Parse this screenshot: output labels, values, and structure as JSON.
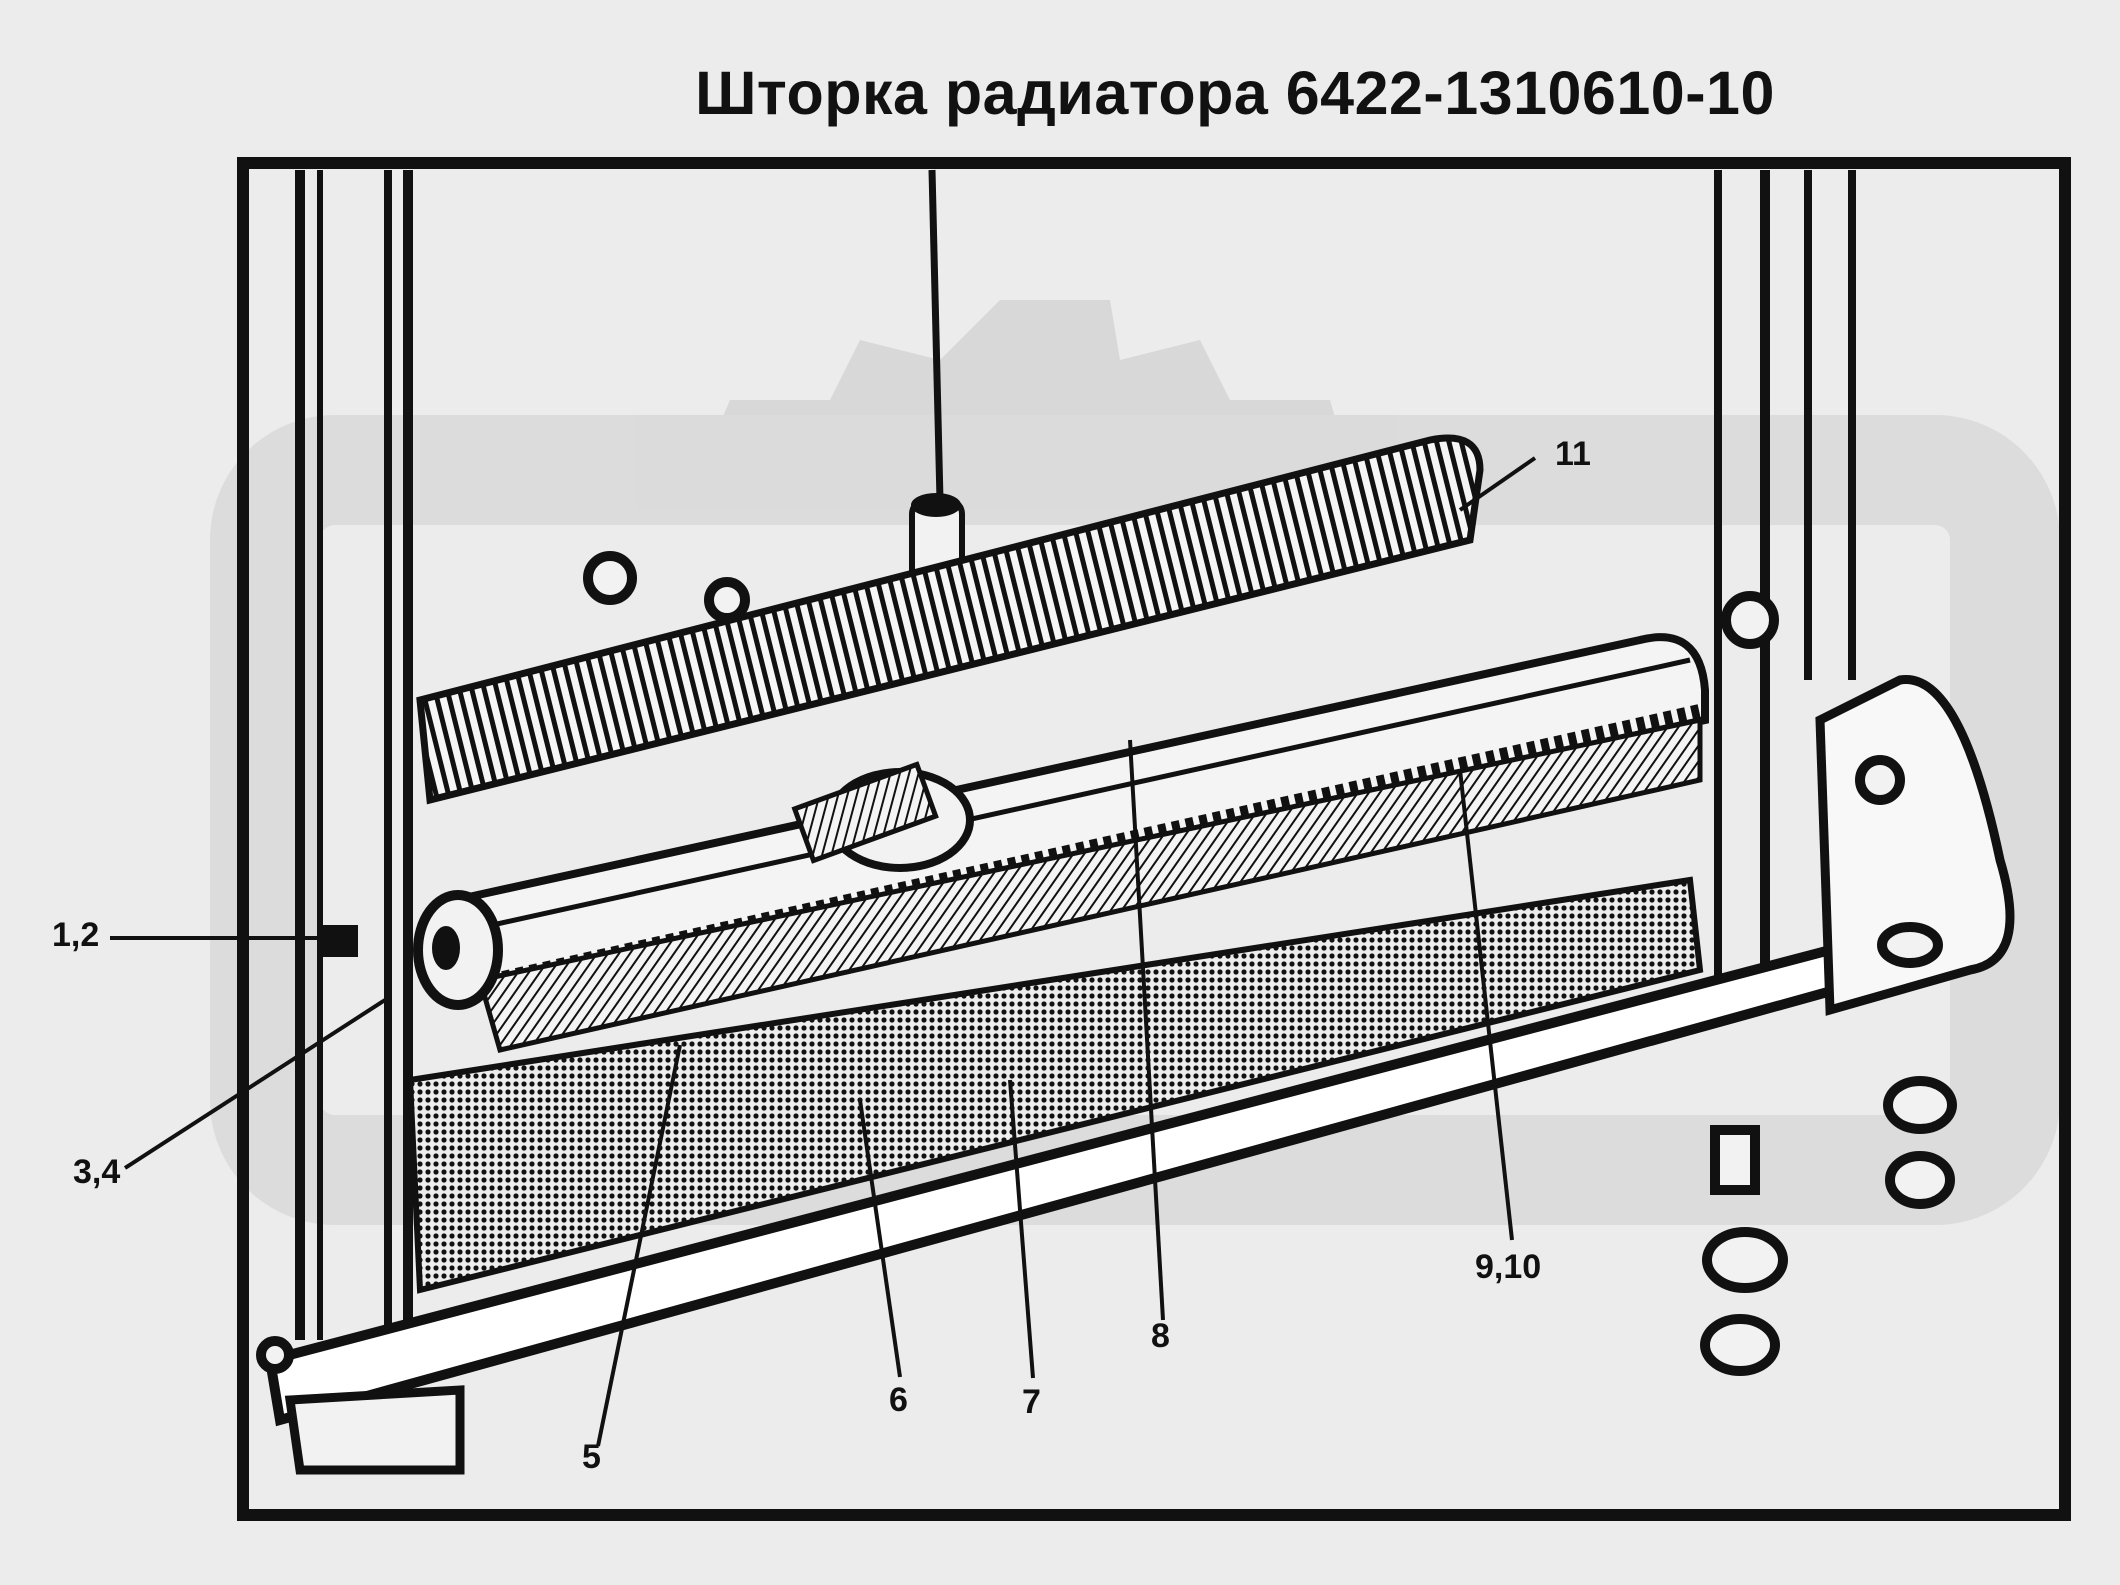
{
  "title": "Шторка радиатора 6422-1310610-10",
  "callouts": {
    "c12": "1,2",
    "c34": "3,4",
    "c5": "5",
    "c6": "6",
    "c7": "7",
    "c8": "8",
    "c910": "9,10",
    "c11": "11"
  },
  "colors": {
    "background": "#ececec",
    "ink": "#111111",
    "watermark": "#d6d6d6"
  }
}
